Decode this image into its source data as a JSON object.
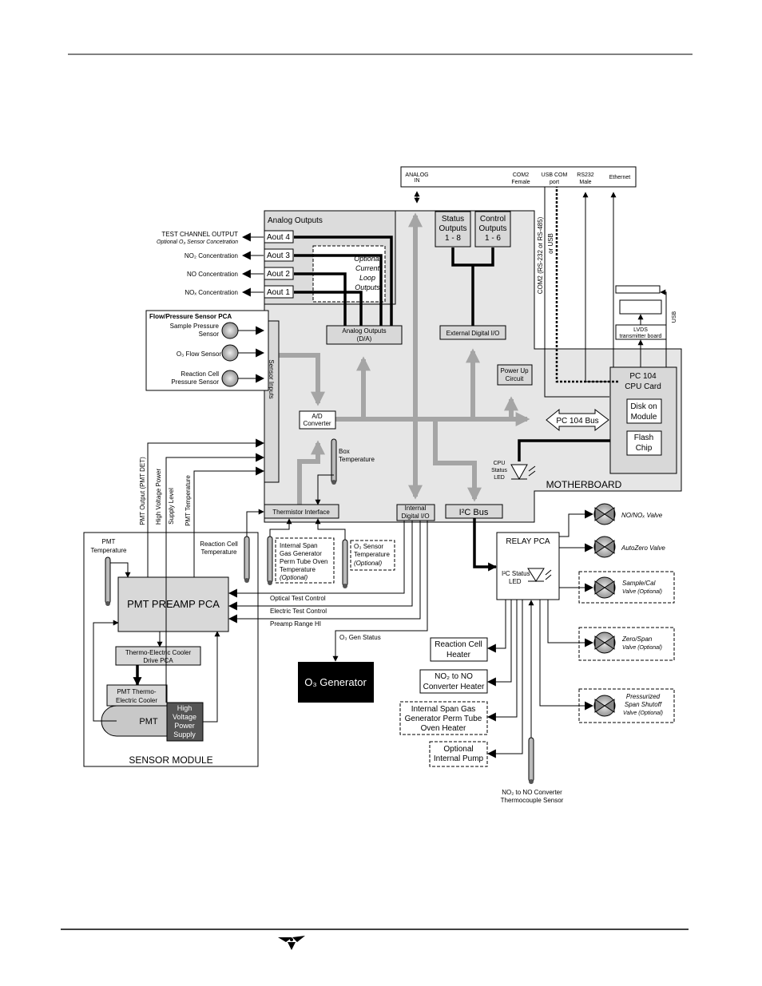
{
  "ports": {
    "analog_in": [
      "ANALOG",
      "IN"
    ],
    "com2": [
      "COM2",
      "Female"
    ],
    "usb_com": [
      "USB COM",
      "port"
    ],
    "rs232": [
      "RS232",
      "Male"
    ],
    "ethernet": "Ethernet",
    "com2_label": "COM2 (RS-232 or RS-485)",
    "or_usb": "or USB",
    "usb": "USB"
  },
  "analog": {
    "title": "Analog Outputs",
    "aout": [
      "Aout 4",
      "Aout 3",
      "Aout 2",
      "Aout 1"
    ],
    "ext": [
      "TEST CHANNEL OUTPUT",
      "Optional O₃ Sensor Concetration",
      "NO₂ Concentration",
      "NO Concentration",
      "NOₓ Concentration"
    ],
    "current_loop": [
      "Optional",
      "Current",
      "Loop",
      "Outputs"
    ],
    "da": [
      "Analog Outputs",
      "(D/A)"
    ]
  },
  "digital": {
    "status": [
      "Status",
      "Outputs",
      "1 - 8"
    ],
    "control": [
      "Control",
      "Outputs",
      "1 - 6"
    ],
    "ext_io": "External Digital I/O",
    "power_up": [
      "Power Up",
      "Circuit"
    ]
  },
  "flow": {
    "title": "Flow/Pressure Sensor PCA",
    "sample": [
      "Sample Pressure",
      "Sensor"
    ],
    "o3flow": "O₃ Flow Sensor",
    "reaction": [
      "Reaction Cell",
      "Pressure Sensor"
    ]
  },
  "motherboard": {
    "sensor_inputs": "Sensor Inputs",
    "ad": [
      "A/D",
      "Converter"
    ],
    "box_temp": [
      "Box",
      "Temperature"
    ],
    "pc104_bus": "PC 104 Bus",
    "thermistor": "Thermistor Interface",
    "internal_io": [
      "Internal",
      "Digital I/O"
    ],
    "i2c_bus": "I²C Bus",
    "cpu_led": [
      "CPU",
      "Status",
      "LED"
    ],
    "label": "MOTHERBOARD"
  },
  "cpu": {
    "pc104": [
      "PC 104",
      "CPU Card"
    ],
    "disk": [
      "Disk on",
      "Module"
    ],
    "flash": [
      "Flash",
      "Chip"
    ],
    "lvds": [
      "LVDS",
      "transmitter board"
    ]
  },
  "sensor_module": {
    "pmt_temp": [
      "PMT",
      "Temperature"
    ],
    "preamp": "PMT PREAMP PCA",
    "te_drive": [
      "Thermo-Electric Cooler",
      "Drive PCA"
    ],
    "pmt_te": [
      "PMT Thermo-",
      "Electric Cooler"
    ],
    "pmt": "PMT",
    "hv": [
      "High",
      "Voltage",
      "Power",
      "Supply"
    ],
    "label": "SENSOR MODULE"
  },
  "signals": {
    "pmt_output": "PMT Output (PMT DET)",
    "hv_power": "High Voltage Power",
    "supply_level": "Supply Level",
    "pmt_temperature": "PMT Temperature",
    "reaction_temp": [
      "Reaction Cell",
      "Temperature"
    ],
    "span_temp": [
      "Internal Span",
      "Gas Generator",
      "Perm Tube Oven",
      "Temperature",
      "(Optional)"
    ],
    "o3_temp": [
      "O₃ Sensor",
      "Temperature",
      "(Optional)"
    ],
    "optical": "Optical Test Control",
    "electric": "Electric Test Control",
    "preamp_range": "Preamp Range HI",
    "o3_gen_status": "O₃ Gen Status",
    "o3_generator": "O₃ Generator"
  },
  "relay": {
    "title": "RELAY PCA",
    "led": [
      "I²C Status",
      "LED"
    ],
    "heater": [
      "Reaction Cell",
      "Heater"
    ],
    "no2_heater": [
      "NO₂ to NO",
      "Converter Heater"
    ],
    "span_oven": [
      "Internal Span Gas",
      "Generator Perm Tube",
      "Oven Heater"
    ],
    "pump": [
      "Optional",
      "Internal Pump"
    ],
    "thermocouple": [
      "NO₂ to NO Converter",
      "Thermocouple Sensor"
    ]
  },
  "valves": {
    "no_nox": "NO/NOₓ Valve",
    "autozero": "AutoZero Valve",
    "sample_cal": [
      "Sample/Cal",
      "Valve (Optional)"
    ],
    "zero_span": [
      "Zero/Span",
      "Valve (Optional)"
    ],
    "pressurized": [
      "Pressurized",
      "Span Shutoff",
      "Valve (Optional)"
    ]
  }
}
